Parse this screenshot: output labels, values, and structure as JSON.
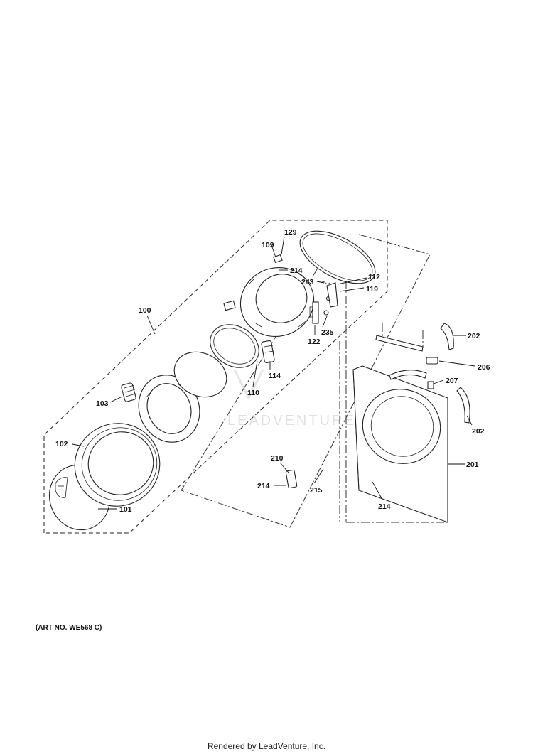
{
  "callouts": {
    "c100": "100",
    "c101": "101",
    "c102": "102",
    "c103": "103",
    "c109": "109",
    "c110": "110",
    "c112": "112",
    "c114": "114",
    "c119": "119",
    "c122": "122",
    "c129": "129",
    "c201": "201",
    "c202a": "202",
    "c202b": "202",
    "c206": "206",
    "c207": "207",
    "c210": "210",
    "c214a": "214",
    "c214b": "214",
    "c214c": "214",
    "c215": "215",
    "c235": "235",
    "c243": "243"
  },
  "art_number": "(ART NO. WE568 C)",
  "footer_text": "Rendered by LeadVenture, Inc.",
  "watermark": "LEADVENTURE"
}
